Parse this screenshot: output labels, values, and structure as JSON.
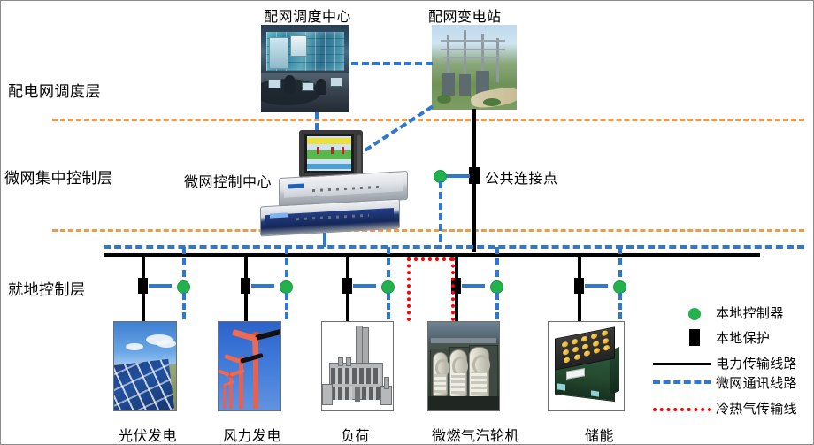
{
  "diagram": {
    "title_top_left": "配网调度中心",
    "title_top_right": "配网变电站",
    "pcc_label": "公共连接点",
    "mgcc_label": "微网控制中心"
  },
  "layers": [
    {
      "id": "distribution-dispatch",
      "label": "配电网调度层"
    },
    {
      "id": "microgrid-central-control",
      "label": "微网集中控制层"
    },
    {
      "id": "local-control",
      "label": "就地控制层"
    }
  ],
  "devices": [
    {
      "id": "pv",
      "label": "光伏发电"
    },
    {
      "id": "wind",
      "label": "风力发电"
    },
    {
      "id": "load",
      "label": "负荷"
    },
    {
      "id": "micro-gas-turbine",
      "label": "微燃气汽轮机"
    },
    {
      "id": "energy-storage",
      "label": "储能"
    }
  ],
  "legend": {
    "items": [
      {
        "id": "local-controller",
        "symbol": "green-circle",
        "label": "本地控制器",
        "color": "#22B14C"
      },
      {
        "id": "local-protection",
        "symbol": "black-square",
        "label": "本地保护",
        "color": "#000000"
      },
      {
        "id": "power-line",
        "symbol": "solid-black-line",
        "label": "电力传输线路",
        "color": "#000000"
      },
      {
        "id": "microgrid-comm-line",
        "symbol": "blue-dashed-line",
        "label": "微网通讯线路",
        "color": "#2E78D2"
      },
      {
        "id": "heat-cool-gas-line",
        "symbol": "red-dotted-line",
        "label": "冷热气传输线",
        "color": "#FF0000"
      }
    ]
  },
  "colors": {
    "layer_divider": "#ED9A4E",
    "communication": "#2E78D2",
    "power": "#000000",
    "thermal": "#FF0000",
    "controller": "#22B14C"
  }
}
